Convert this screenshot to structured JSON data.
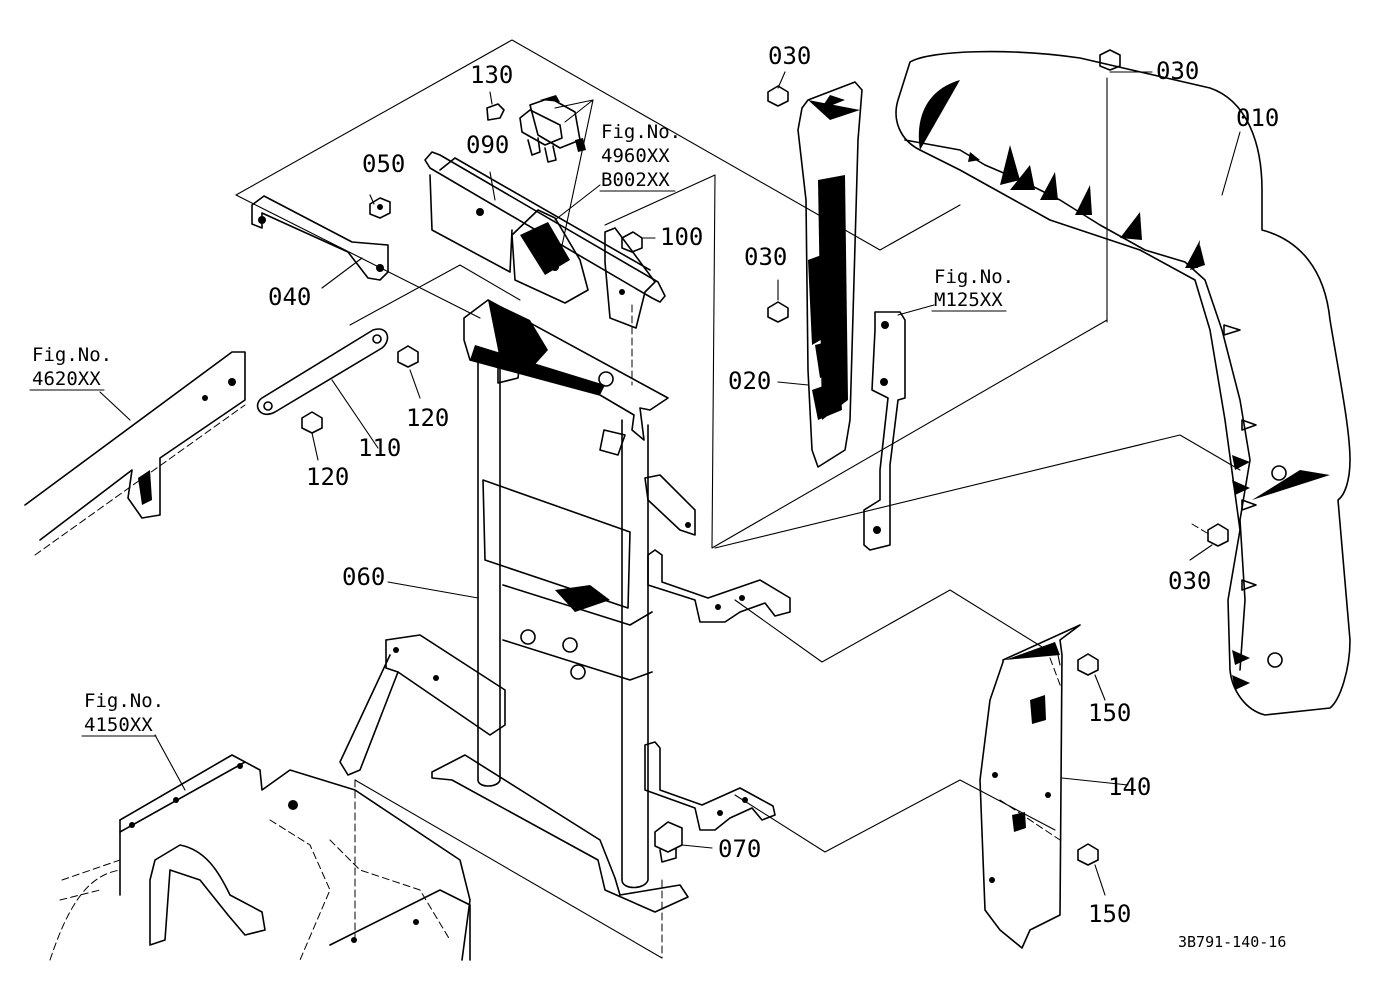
{
  "labels": {
    "p010": "010",
    "p020": "020",
    "p030a": "030",
    "p030b": "030",
    "p030c": "030",
    "p030d": "030",
    "p040": "040",
    "p050": "050",
    "p060": "060",
    "p070": "070",
    "p090": "090",
    "p100": "100",
    "p110": "110",
    "p120a": "120",
    "p120b": "120",
    "p130": "130",
    "p140": "140",
    "p150a": "150",
    "p150b": "150"
  },
  "figure_refs": {
    "fig_a": {
      "prefix": "Fig.No.",
      "line1": "4960XX",
      "line2": "B002XX"
    },
    "fig_b": {
      "prefix": "Fig.No.",
      "line1": "M125XX"
    },
    "fig_c": {
      "prefix": "Fig.No.",
      "line1": "4620XX"
    },
    "fig_d": {
      "prefix": "Fig.No.",
      "line1": "4150XX"
    }
  },
  "drawing_code": "3B791-140-16"
}
